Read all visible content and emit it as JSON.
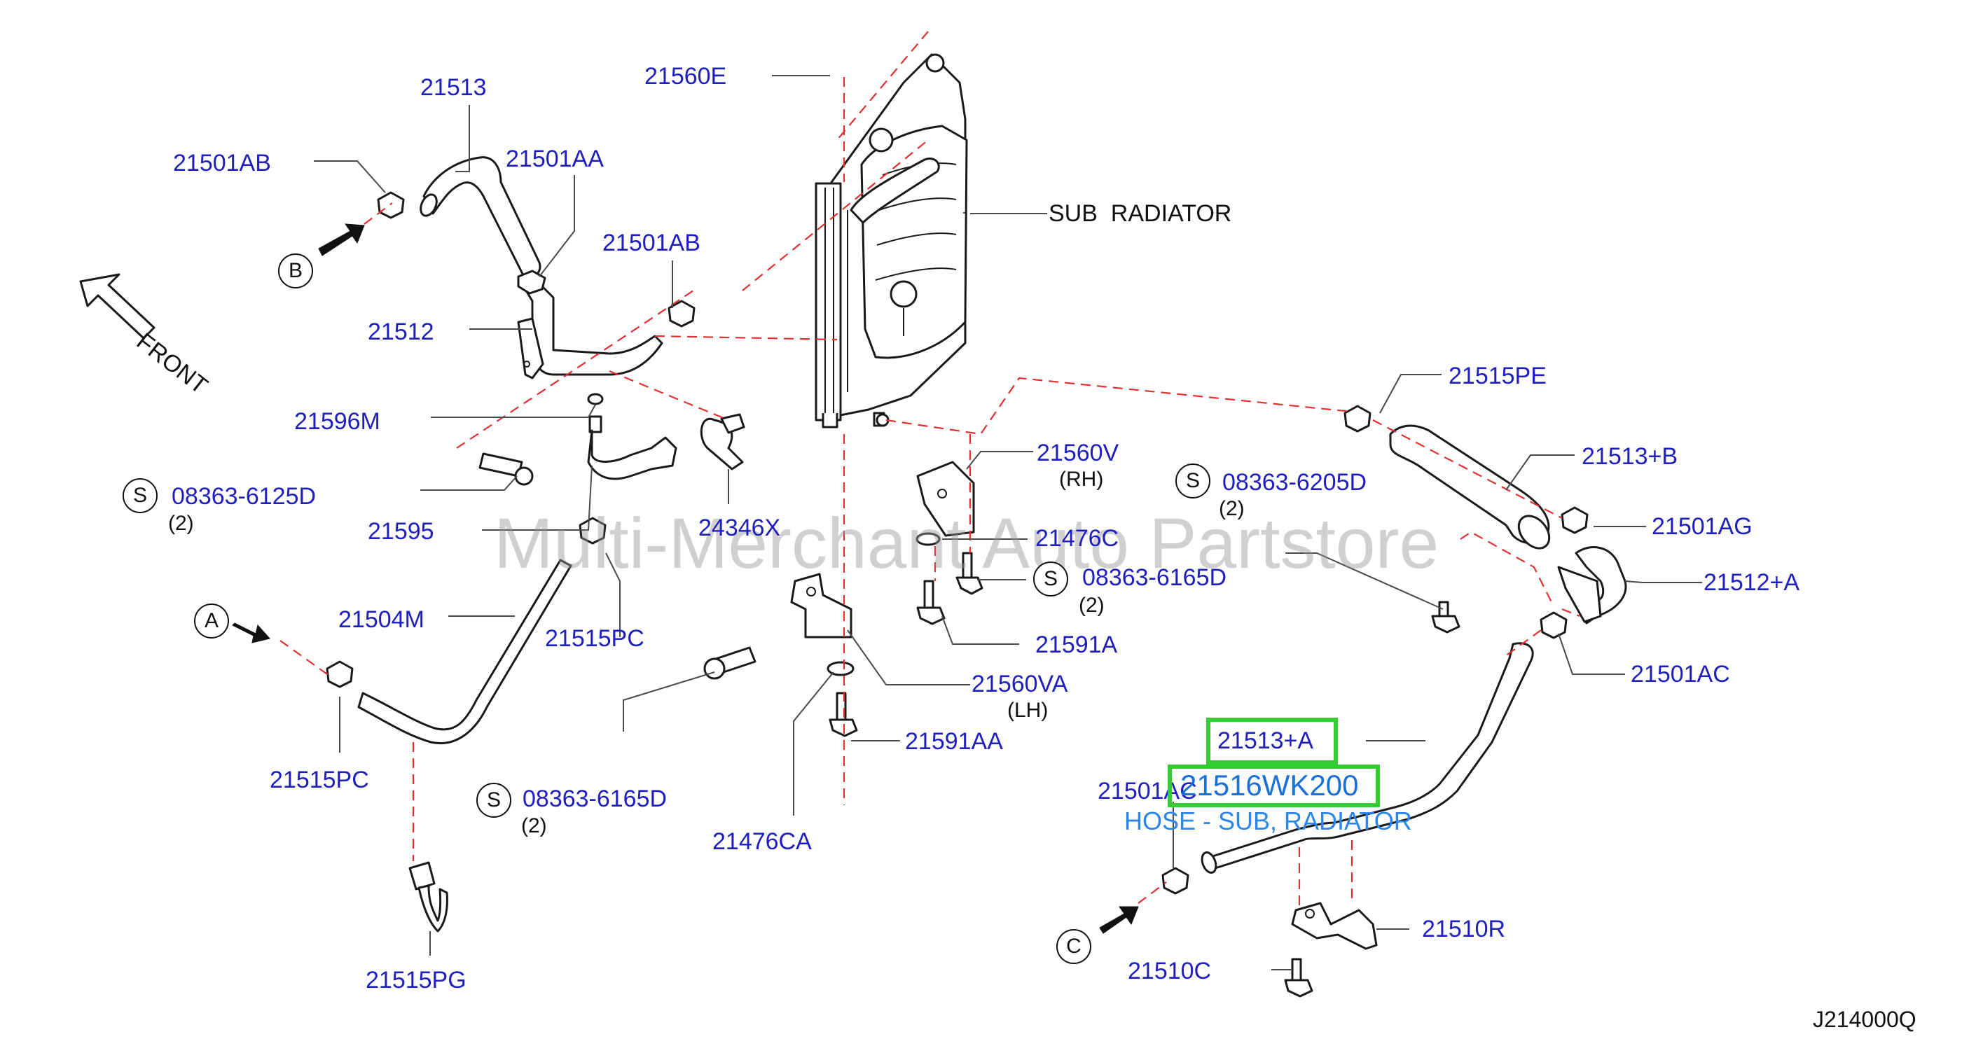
{
  "watermark": "Multi-Merchant Auto Partstore",
  "diagram_code": "J214000Q",
  "front_label": "FRONT",
  "sub_radiator_label": "SUB  RADIATOR",
  "selected_part": {
    "part_number": "21516WK200",
    "description": "HOSE - SUB, RADIATOR"
  },
  "callouts": {
    "a": "A",
    "b": "B",
    "c": "C"
  },
  "s_marker": "S",
  "parts": {
    "p21560E": "21560E",
    "p21513": "21513",
    "p21501AB_1": "21501AB",
    "p21501AA": "21501AA",
    "p21501AB_2": "21501AB",
    "p21512": "21512",
    "p21596M": "21596M",
    "p08363_6125D": "08363-6125D",
    "p21595": "21595",
    "p24346X": "24346X",
    "p21504M": "21504M",
    "p21515PC_1": "21515PC",
    "p21515PC_2": "21515PC",
    "p21515PG": "21515PG",
    "p08363_6165D_1": "08363-6165D",
    "p21476CA": "21476CA",
    "p21591AA": "21591AA",
    "p21560VA": "21560VA",
    "p21591A": "21591A",
    "p08363_6165D_2": "08363-6165D",
    "p21476C": "21476C",
    "p21560V": "21560V",
    "p08363_6205D": "08363-6205D",
    "p21515PE": "21515PE",
    "p21513B": "21513+B",
    "p21501AG": "21501AG",
    "p21512A": "21512+A",
    "p21501AC_1": "21501AC",
    "p21513A": "21513+A",
    "p21501AC_2": "21501AC",
    "p21510R": "21510R",
    "p21510C": "21510C"
  },
  "qualifiers": {
    "qty_1": "(2)",
    "qty_2": "(2)",
    "qty_3": "(2)",
    "qty_4": "(2)",
    "rh": "(RH)",
    "lh": "(LH)"
  },
  "colors": {
    "part_label": "#1f1fbf",
    "leader_dash": "#e03030",
    "highlight": "#33cc33",
    "selected_title": "#1a6fd8"
  }
}
